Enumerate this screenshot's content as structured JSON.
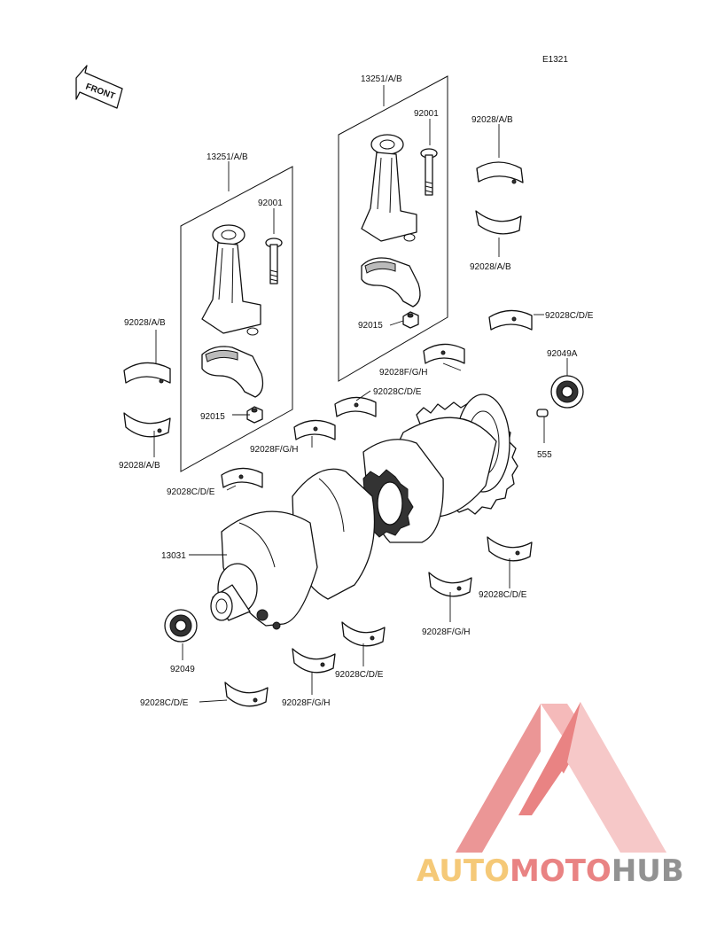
{
  "diagram_code": "E1321",
  "front_label": "FRONT",
  "labels": {
    "conrod_right": "13251/A/B",
    "bolt_right": "92001",
    "bearing_tr_top": "92028/A/B",
    "bearing_tr_bottom": "92028/A/B",
    "conrod_left": "13251/A/B",
    "bolt_left": "92001",
    "bearing_cd_right": "92028C/D/E",
    "seal_right": "92049A",
    "nut_right": "92015",
    "bearing_fgh_right": "92028F/G/H",
    "bearing_cd_mid": "92028C/D/E",
    "bearing_ab_left1": "92028/A/B",
    "nut_left": "92015",
    "bearing_fgh_mid": "92028F/G/H",
    "pin": "555",
    "bearing_ab_left2": "92028/A/B",
    "bearing_cd_left": "92028C/D/E",
    "crankshaft": "13031",
    "bearing_cd_lowright": "92028C/D/E",
    "bearing_fgh_low": "92028F/G/H",
    "seal_left": "92049",
    "bearing_cd_low": "92028C/D/E",
    "bearing_cd_bottomleft": "92028C/D/E",
    "bearing_fgh_bottom": "92028F/G/H"
  },
  "watermark": {
    "part1": "AUTO",
    "part2": "MOTO",
    "part3": "HUB",
    "color_orange": "#f2b84b",
    "color_red": "#e25a5a",
    "color_gray": "#6e6e6e"
  }
}
